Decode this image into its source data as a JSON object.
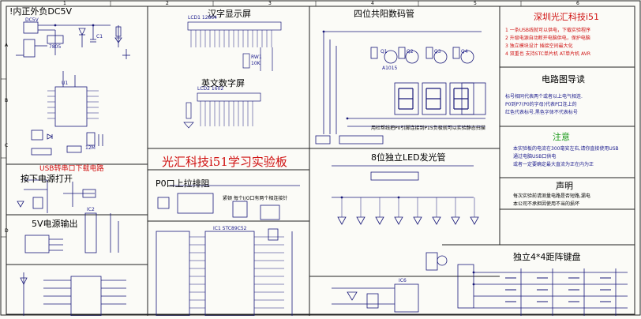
{
  "sections": {
    "power_ext": "!内正外负DC5V",
    "lcd_chinese": "汉字显示屏",
    "lcd_english": "英文数字屏",
    "seg_title": "四位共阳数码管",
    "company": "深圳光汇科技i51",
    "features": [
      "1 一条USB线就可以供电，下载实验程序",
      "2 升级电源自动断开电脑供电，保护电脑",
      "3 独立模块设计 插接空间最大化",
      "4 双重也 支持STC单片机 AT单片机 AVR"
    ],
    "reading_title": "电路图导读",
    "reading_text": [
      "标号相同代表两个或者以上电气相连.",
      "P0到P7(P0的字母)代表P口连上的",
      "红色代表标号,黑色字体不代表标号"
    ],
    "seg_note": "用杜帮线把P0引脚连接到P15负极就可以实验静态扫描",
    "notice_title": "注意",
    "notice_text": [
      "本实验板的电流在300毫安左右,请你直接使用USB",
      "通过电脑USB口供电",
      "或者一定要确定最大直流为正在内为正"
    ],
    "usb_label": "USB转串口下载电路",
    "press_power": "按下电源打开",
    "board_title": "光汇科技i51学习实验板",
    "led_title": "8位独立LED发光管",
    "p0_pullup": "P0口上拉排阻",
    "note_p0": "紧顿 每个I/O口有两个相连接针",
    "output_5v": "5V电源输出",
    "statement_title": "声明",
    "statement_text": [
      "每次实验前请测量电路是否短路,漏电",
      "本公司不承担因使用不当的损坏"
    ],
    "keypad_title": "独立4*4距阵键盘",
    "border_top": [
      "1",
      "2",
      "3",
      "4",
      "5",
      "6"
    ],
    "border_side": [
      "A",
      "B",
      "C",
      "D"
    ],
    "components": {
      "d_in": "DC5V",
      "cap1": "C1",
      "reg": "7805",
      "lcd12864": "LCD1 12864",
      "lcd1602": "LCD2 1602",
      "rw1": "RW1",
      "rw2": "10K",
      "q_labels": [
        "Q1",
        "Q2",
        "Q3",
        "Q4"
      ],
      "a1015": "A1015",
      "chip_u1": "U1",
      "crystal": "12M",
      "mcu": "IC1 STC89C52",
      "tl": "IC2",
      "ds": "IC6"
    }
  },
  "colors": {
    "line": "#1a1a7a",
    "red": "#d01010",
    "border": "#222222"
  }
}
